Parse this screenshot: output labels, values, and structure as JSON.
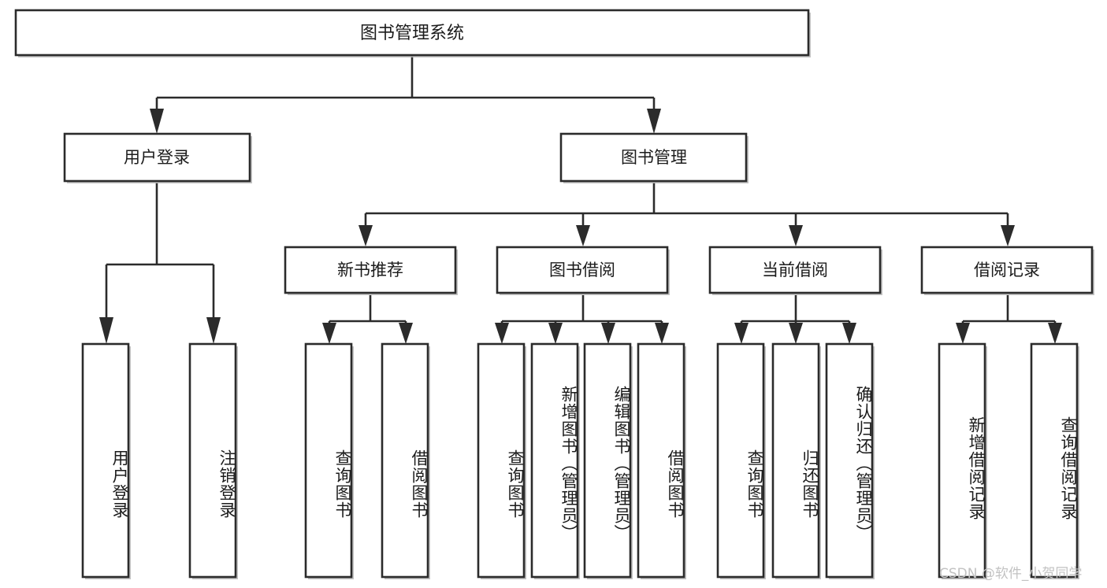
{
  "diagram": {
    "type": "hierarchy-tree",
    "title_node": {
      "id": "root",
      "label": "图书管理系统"
    },
    "level2": [
      {
        "id": "login",
        "label": "用户登录"
      },
      {
        "id": "bookmgmt",
        "label": "图书管理"
      }
    ],
    "level3": [
      {
        "id": "newbook",
        "label": "新书推荐",
        "parent": "bookmgmt"
      },
      {
        "id": "borrow",
        "label": "图书借阅",
        "parent": "bookmgmt"
      },
      {
        "id": "current",
        "label": "当前借阅",
        "parent": "bookmgmt"
      },
      {
        "id": "record",
        "label": "借阅记录",
        "parent": "bookmgmt"
      }
    ],
    "leaves": [
      {
        "id": "leaf-user-login",
        "label": "用户登录",
        "parent": "login"
      },
      {
        "id": "leaf-logout",
        "label": "注销登录",
        "parent": "login"
      },
      {
        "id": "leaf-query-book-1",
        "label": "查询图书",
        "parent": "newbook"
      },
      {
        "id": "leaf-borrow-book-1",
        "label": "借阅图书",
        "parent": "newbook"
      },
      {
        "id": "leaf-query-book-2",
        "label": "查询图书",
        "parent": "borrow"
      },
      {
        "id": "leaf-add-book",
        "label": "新增图书（管理员）",
        "parent": "borrow"
      },
      {
        "id": "leaf-edit-book",
        "label": "编辑图书（管理员）",
        "parent": "borrow"
      },
      {
        "id": "leaf-borrow-book-2",
        "label": "借阅图书",
        "parent": "borrow"
      },
      {
        "id": "leaf-query-book-3",
        "label": "查询图书",
        "parent": "current"
      },
      {
        "id": "leaf-return-book",
        "label": "归还图书",
        "parent": "current"
      },
      {
        "id": "leaf-confirm-return",
        "label": "确认归还（管理员）",
        "parent": "current"
      },
      {
        "id": "leaf-add-record",
        "label": "新增借阅记录",
        "parent": "record"
      },
      {
        "id": "leaf-query-record",
        "label": "查询借阅记录",
        "parent": "record"
      }
    ],
    "colors": {
      "stroke": "#2b2b2b",
      "fill": "#ffffff",
      "text": "#1b1b1b",
      "watermark": "#c2c2c2",
      "background": "#ffffff"
    }
  },
  "watermark": {
    "text": "CSDN @软件_小贺同学"
  }
}
